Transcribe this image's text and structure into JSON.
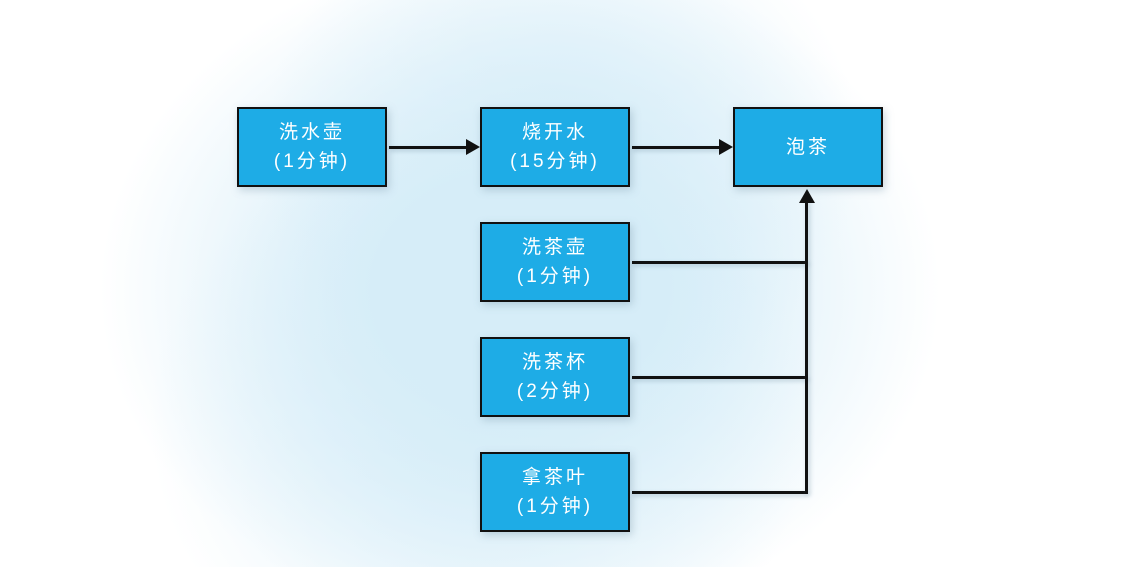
{
  "diagram": {
    "type": "flowchart",
    "description": "Tea brewing task flow diagram",
    "nodes": [
      {
        "id": "wash-kettle",
        "label": "洗水壶",
        "duration": "(1分钟)"
      },
      {
        "id": "boil-water",
        "label": "烧开水",
        "duration": "(15分钟)"
      },
      {
        "id": "brew-tea",
        "label": "泡茶",
        "duration": ""
      },
      {
        "id": "wash-teapot",
        "label": "洗茶壶",
        "duration": "(1分钟)"
      },
      {
        "id": "wash-teacups",
        "label": "洗茶杯",
        "duration": "(2分钟)"
      },
      {
        "id": "get-tea-leaves",
        "label": "拿茶叶",
        "duration": "(1分钟)"
      }
    ],
    "edges": [
      {
        "from": "wash-kettle",
        "to": "boil-water",
        "style": "arrow"
      },
      {
        "from": "boil-water",
        "to": "brew-tea",
        "style": "arrow"
      },
      {
        "from": "wash-teapot",
        "to": "brew-tea",
        "style": "elbow-arrow"
      },
      {
        "from": "wash-teacups",
        "to": "brew-tea",
        "style": "elbow-arrow"
      },
      {
        "from": "get-tea-leaves",
        "to": "brew-tea",
        "style": "elbow-arrow"
      }
    ],
    "colors": {
      "node_fill": "#1eace6",
      "node_border": "#111111",
      "node_text": "#ffffff",
      "connector": "#111111",
      "background_tint": "#d6edf8",
      "background": "#ffffff"
    }
  }
}
